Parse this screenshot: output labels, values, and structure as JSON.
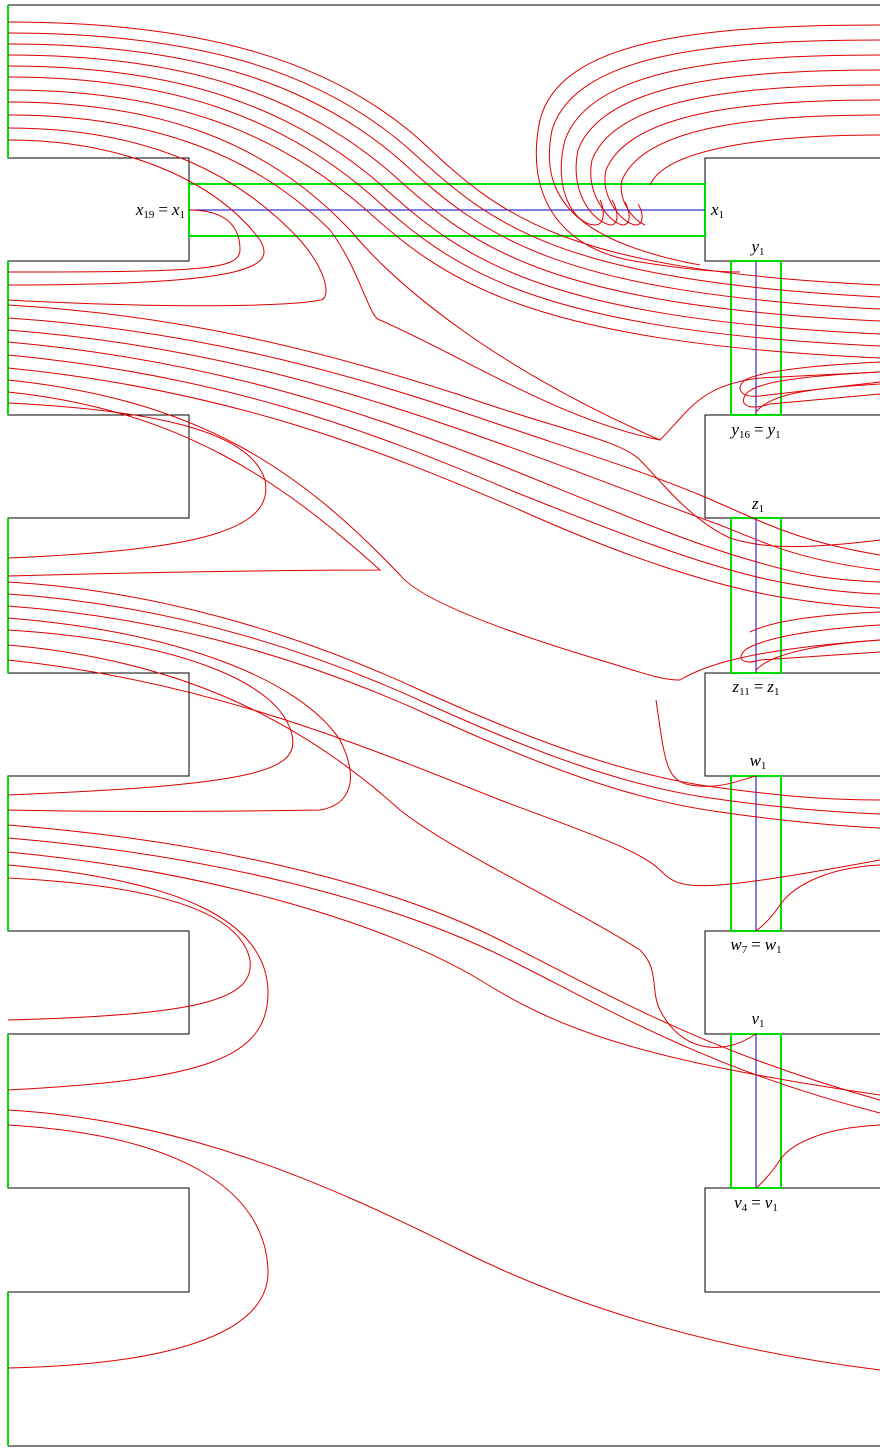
{
  "colors": {
    "outline": "#000000",
    "band": "#00e000",
    "chord": "#0000cc",
    "curve": "#dd0000"
  },
  "labels": {
    "x_left": {
      "base": "x",
      "sub": "19",
      "eq": "=",
      "base2": "x",
      "sub2": "1"
    },
    "x_right": {
      "base": "x",
      "sub": "1"
    },
    "y_top": {
      "base": "y",
      "sub": "1"
    },
    "y_bot": {
      "base": "y",
      "sub": "16",
      "eq": "=",
      "base2": "y",
      "sub2": "1"
    },
    "z_top": {
      "base": "z",
      "sub": "1"
    },
    "z_bot": {
      "base": "z",
      "sub": "11",
      "eq": "=",
      "base2": "z",
      "sub2": "1"
    },
    "w_top": {
      "base": "w",
      "sub": "1"
    },
    "w_bot": {
      "base": "w",
      "sub": "7",
      "eq": "=",
      "base2": "w",
      "sub2": "1"
    },
    "v_top": {
      "base": "v",
      "sub": "1"
    },
    "v_bot": {
      "base": "v",
      "sub": "4",
      "eq": "=",
      "base2": "v",
      "sub2": "1"
    }
  }
}
